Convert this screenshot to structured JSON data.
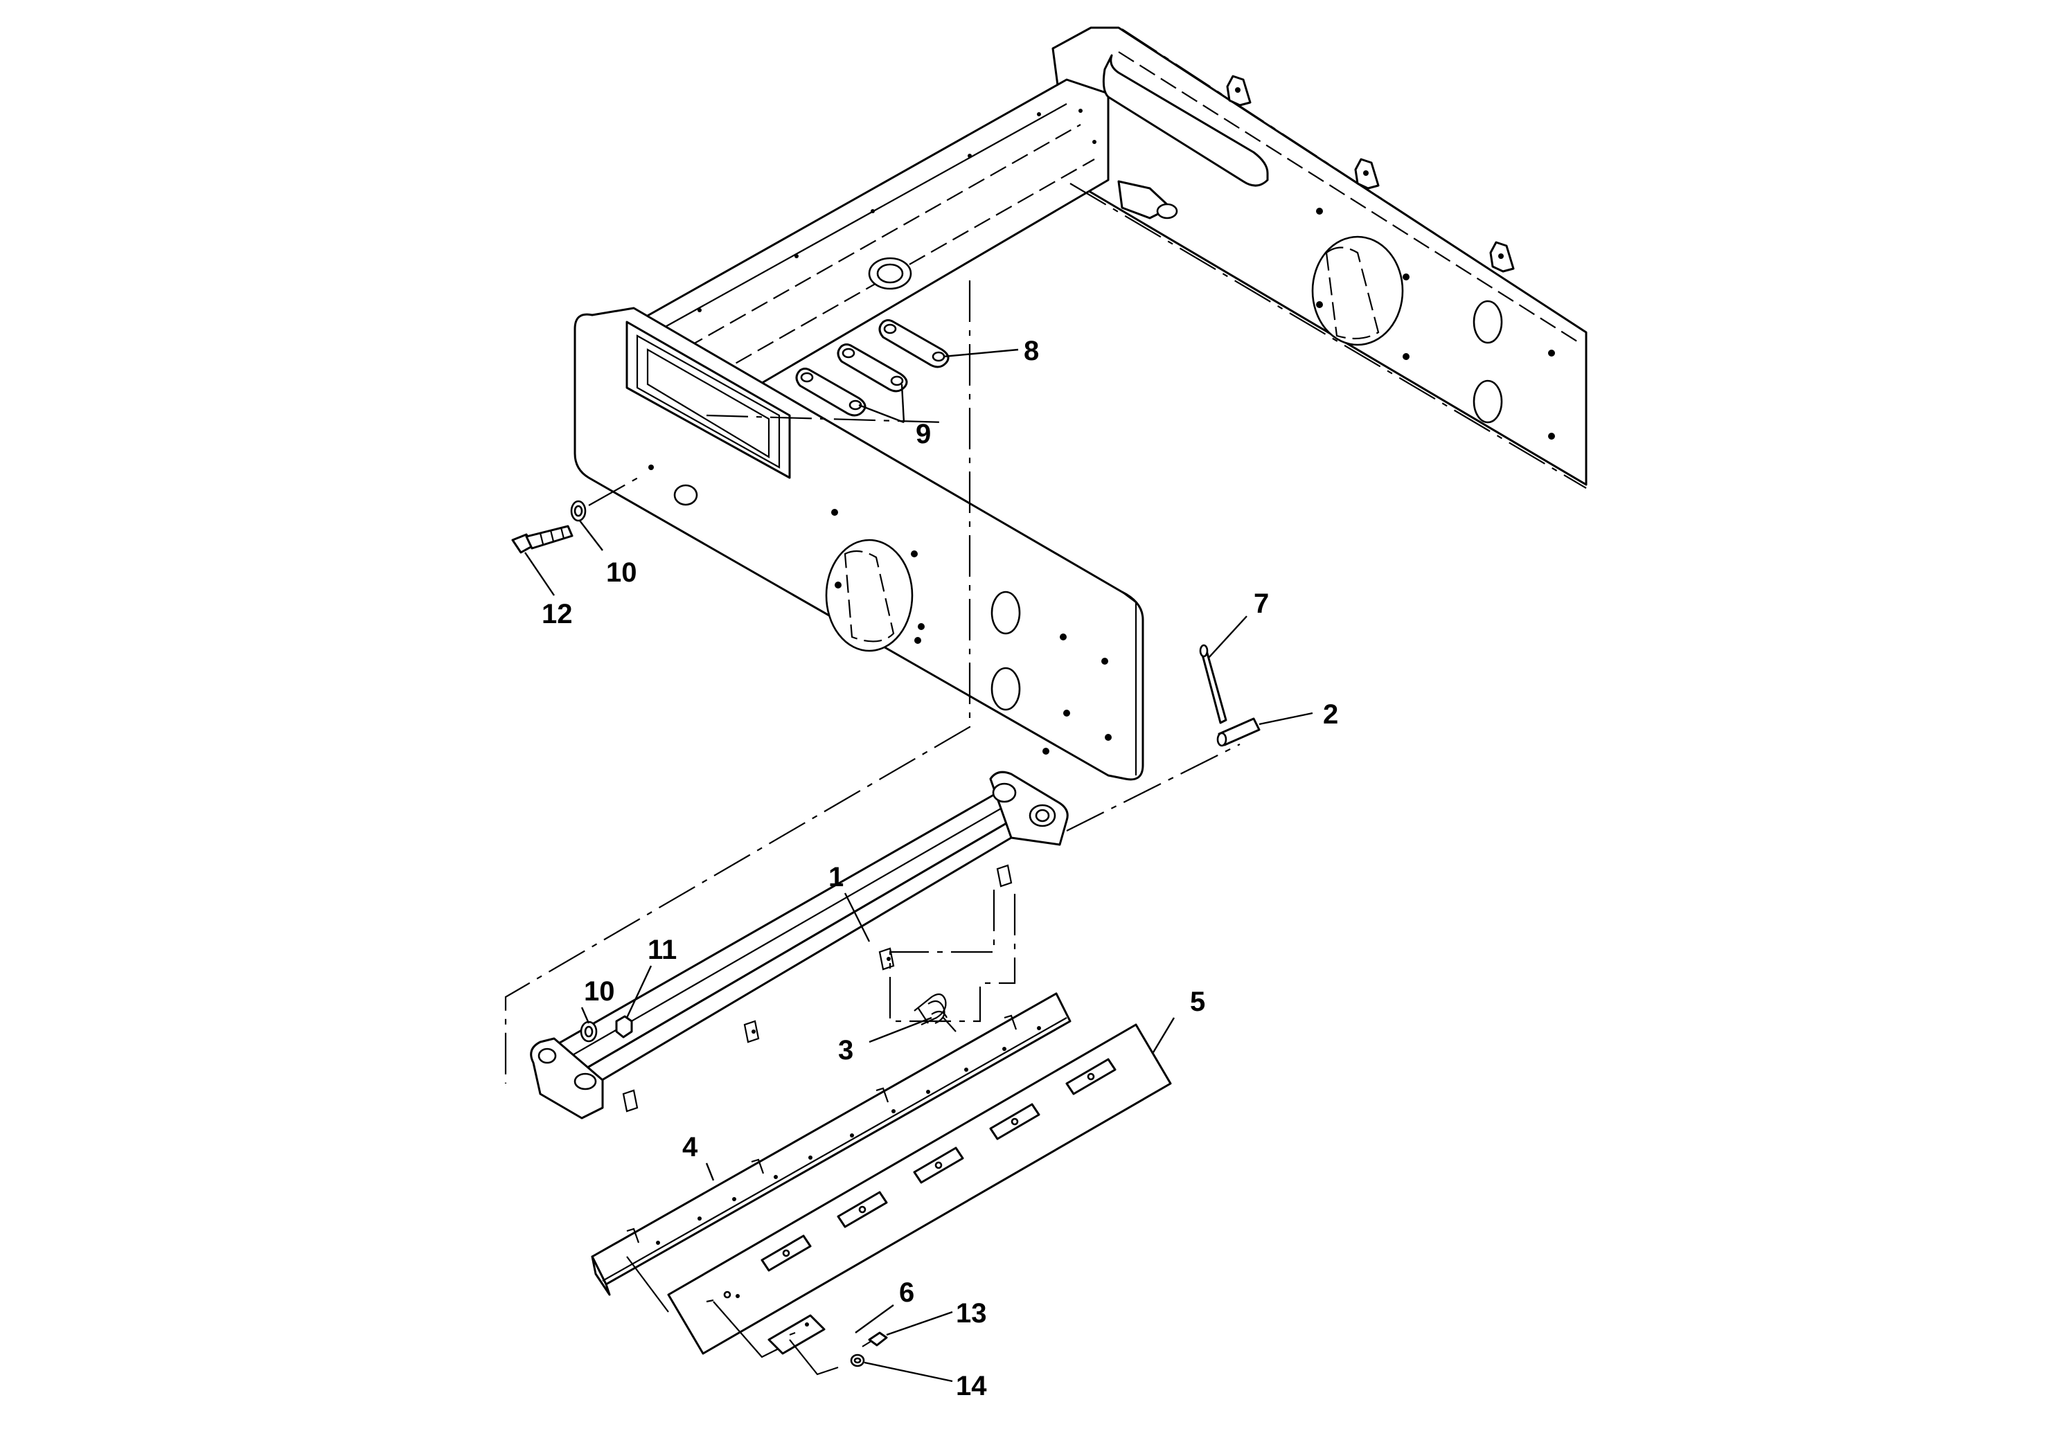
{
  "callouts": {
    "c1": "1",
    "c2": "2",
    "c3": "3",
    "c4": "4",
    "c5": "5",
    "c6": "6",
    "c7": "7",
    "c8": "8",
    "c9": "9",
    "c10_top": "10",
    "c10_bottom": "10",
    "c11": "11",
    "c12": "12",
    "c13": "13",
    "c14": "14"
  }
}
